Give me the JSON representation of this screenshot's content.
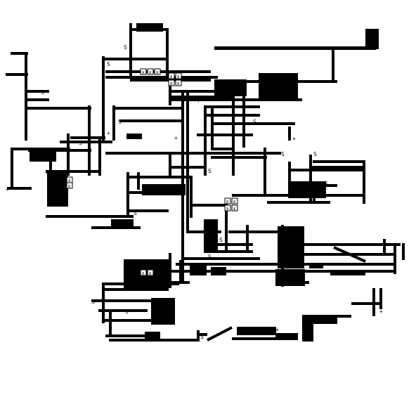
{
  "game": "roguelike dungeon map",
  "colors": {
    "wall": "#000000",
    "floor": "#ffffff",
    "feature": "#ffffff"
  },
  "tiles": {
    "stairs": "S",
    "item": "+",
    "door": "x"
  },
  "stair_labels": [
    "S",
    "S",
    "S",
    "S",
    "S",
    "S",
    "S",
    "S",
    "S",
    "S",
    "S",
    "S",
    "S",
    "S",
    "S",
    "S",
    "S",
    "S",
    "S",
    "S"
  ],
  "item_labels": [
    "+",
    "+",
    "+",
    "+",
    "+",
    "+",
    "+",
    "+",
    "+",
    "+"
  ]
}
